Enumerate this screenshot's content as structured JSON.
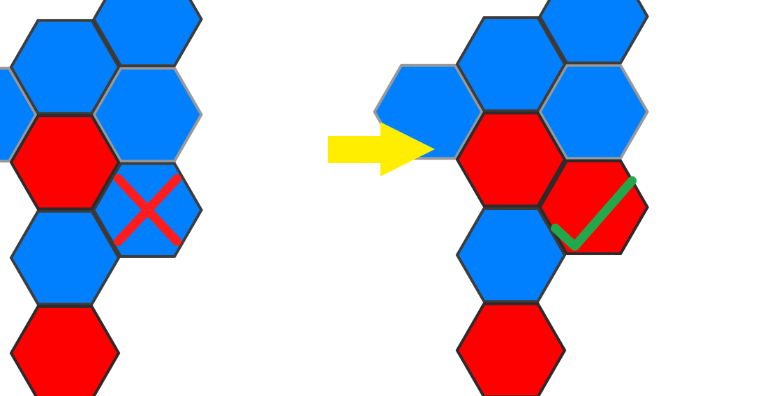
{
  "colors": {
    "blue": "#0080ff",
    "red": "#ff0000",
    "outline_dark": "#2b2b2b",
    "outline_light": "#999999",
    "arrow": "#ffee00",
    "cross": "#ff1c1c",
    "check": "#22a84a"
  },
  "panels": [
    {
      "id": "before",
      "mark": "cross-icon",
      "cells": [
        {
          "q": 1,
          "r": 0,
          "color": "blue"
        },
        {
          "q": 2,
          "r": 0,
          "color": "blue"
        },
        {
          "q": 0,
          "r": 1,
          "color": "blue"
        },
        {
          "q": 1,
          "r": 1,
          "color": "red"
        },
        {
          "q": 2,
          "r": 1,
          "color": "blue"
        },
        {
          "q": 1,
          "r": 2,
          "color": "blue"
        },
        {
          "q": 2,
          "r": 2,
          "color": "blue",
          "marked": true
        },
        {
          "q": 1,
          "r": 3,
          "color": "red"
        }
      ]
    },
    {
      "id": "after",
      "mark": "check-icon",
      "cells": [
        {
          "q": 1,
          "r": 0,
          "color": "blue"
        },
        {
          "q": 2,
          "r": 0,
          "color": "blue"
        },
        {
          "q": 0,
          "r": 1,
          "color": "blue"
        },
        {
          "q": 1,
          "r": 1,
          "color": "red"
        },
        {
          "q": 2,
          "r": 1,
          "color": "blue"
        },
        {
          "q": 1,
          "r": 2,
          "color": "blue"
        },
        {
          "q": 2,
          "r": 2,
          "color": "red",
          "marked": true
        },
        {
          "q": 1,
          "r": 3,
          "color": "red"
        }
      ]
    }
  ],
  "arrow": {
    "direction": "right",
    "icon": "arrow-right-icon"
  }
}
